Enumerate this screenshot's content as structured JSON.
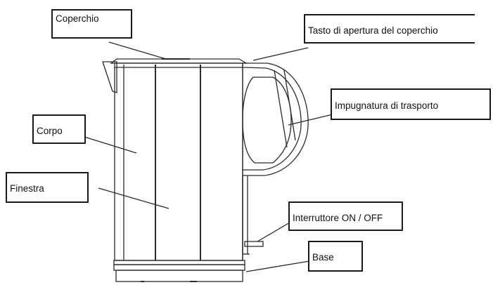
{
  "diagram": {
    "labels": {
      "coperchio": "Coperchio",
      "tasto": "Tasto di apertura del coperchio",
      "impugnatura": "Impugnatura di trasporto",
      "corpo": "Corpo",
      "finestra": "Finestra",
      "interruttore": "Interruttore ON / OFF",
      "base": "Base"
    }
  }
}
